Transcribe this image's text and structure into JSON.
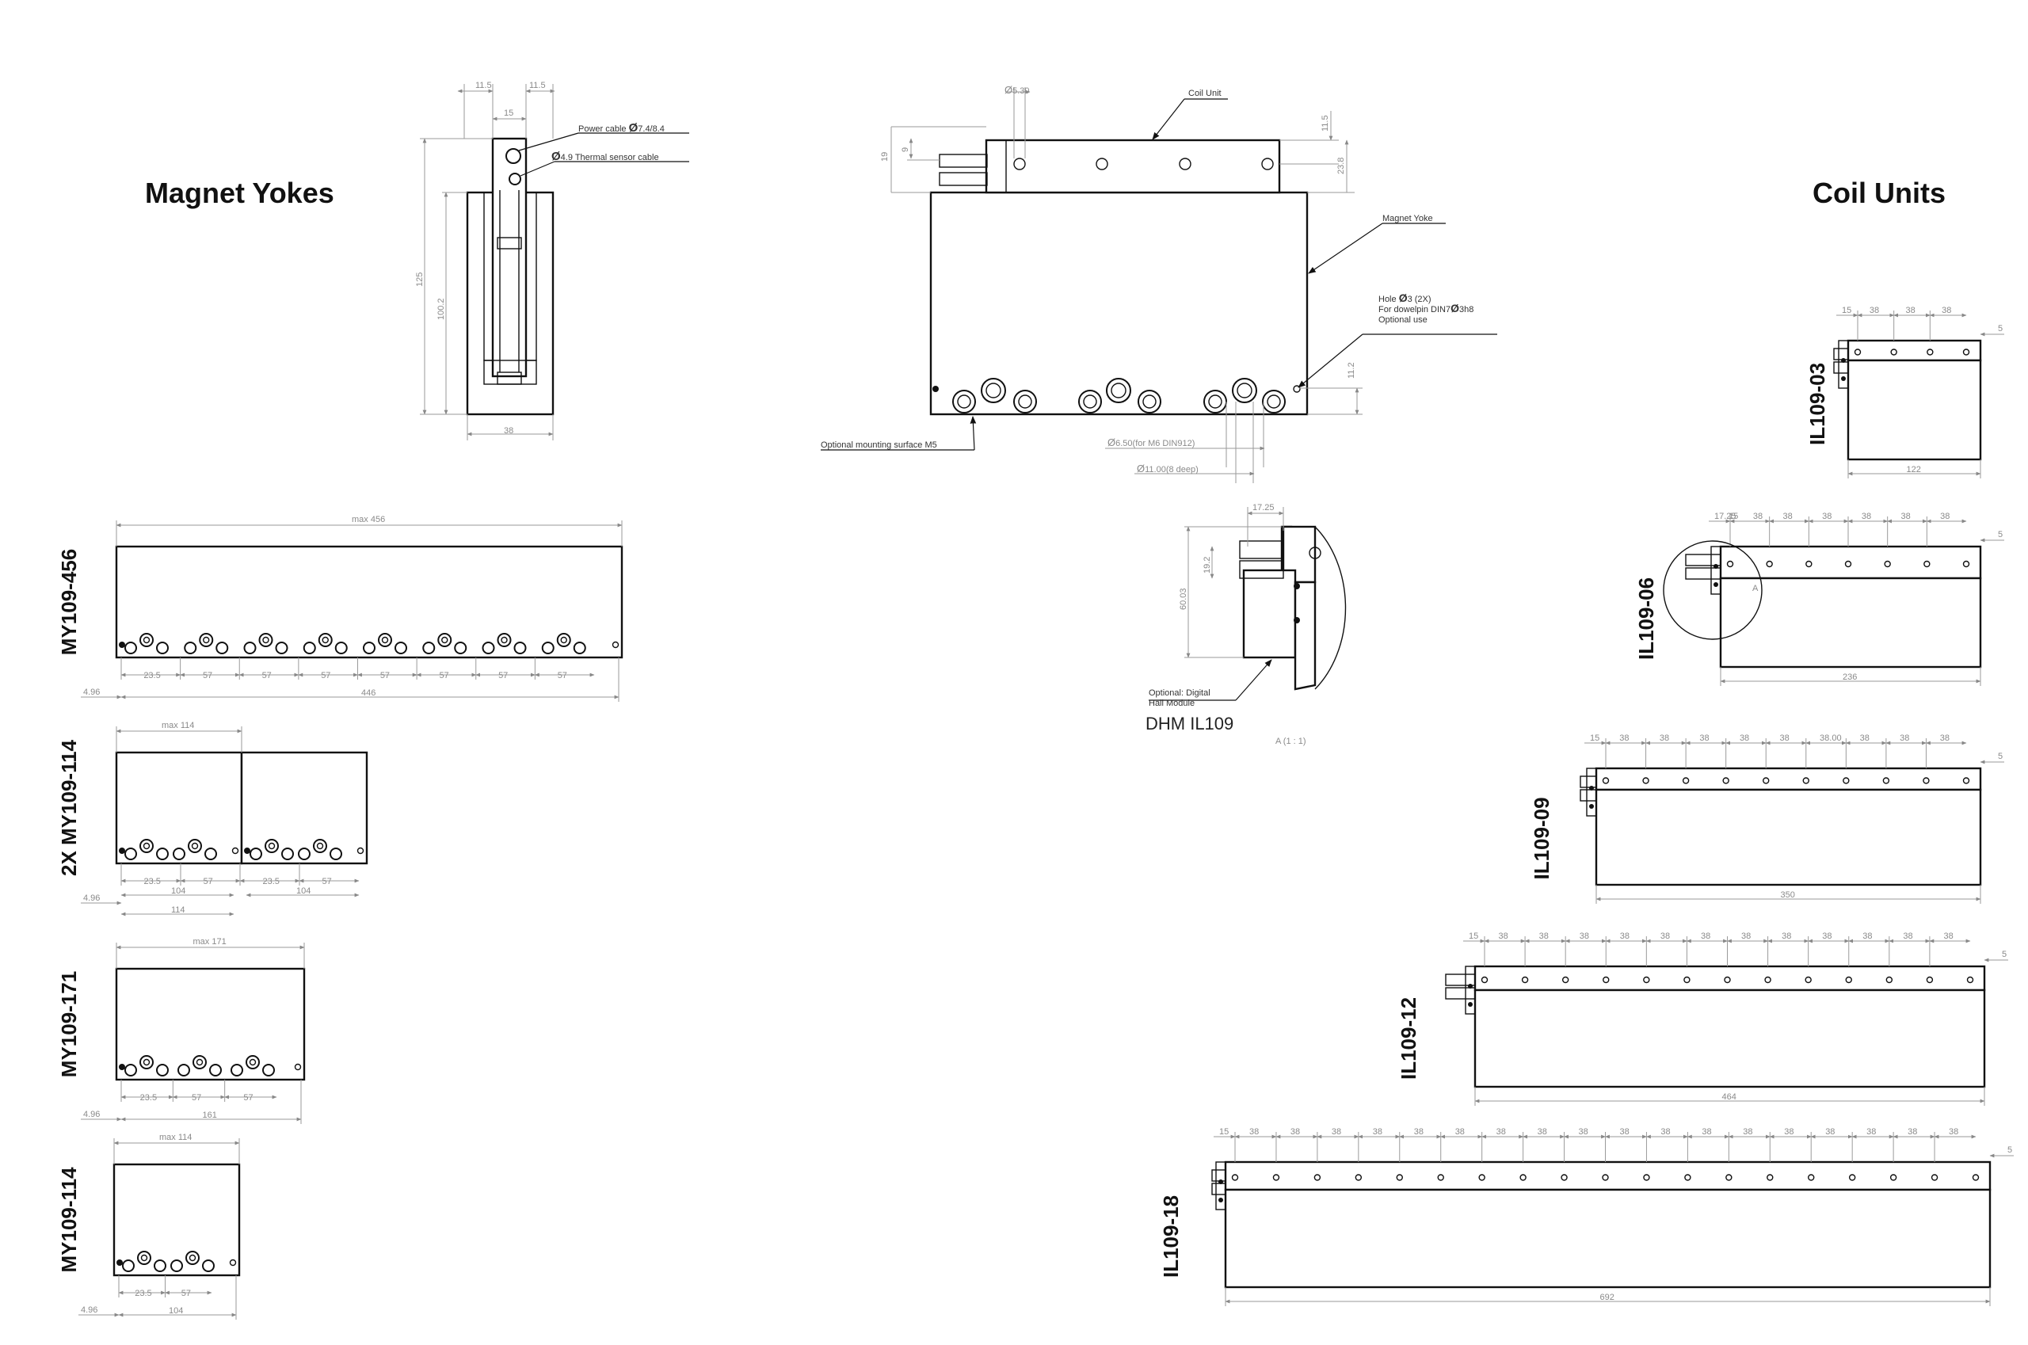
{
  "headings": {
    "magnet_yokes": "Magnet Yokes",
    "coil_units": "Coil Units"
  },
  "side_view": {
    "dims": {
      "top_a": "11.5",
      "top_b": "11.5",
      "inner": "15",
      "height_total": "125",
      "height_yoke": "100.2",
      "width": "38"
    },
    "callouts": {
      "power_cable_prefix": "Power cable ",
      "power_cable_sym": "Ø",
      "power_cable_val": "7.4/8.4",
      "sensor_sym": "Ø",
      "sensor_text": "4.9 Thermal sensor cable"
    }
  },
  "front_view": {
    "callouts": {
      "coil_unit": "Coil Unit",
      "magnet_yoke": "Magnet Yoke",
      "hole_sym": "Ø",
      "hole_line1": "Hole ",
      "hole_line1b": "3 (2X)",
      "hole_line2a": "For dowelpin DIN7",
      "hole_line2b": "3h8",
      "hole_line3": "Optional use",
      "mounting": "Optional mounting surface M5",
      "d650_sym": "Ø",
      "d650": "6.50(for M6 DIN912)",
      "d1100_sym": "Ø",
      "d1100": "11.00(8 deep)"
    },
    "dims": {
      "d530_sym": "Ø",
      "d530": "5.30",
      "d19": "19",
      "d9": "9",
      "d115": "11.5",
      "d238": "23.8",
      "d112": "11.2"
    }
  },
  "detail": {
    "dims": {
      "d1725": "17.25",
      "d6003": "60.03",
      "d192": "19.2"
    },
    "note1": "Optional: Digital",
    "note2": "Hall Module",
    "label": "DHM IL109",
    "scale": "A (1 : 1)",
    "marker": "A"
  },
  "magnet_yokes": [
    {
      "label": "MY109-456",
      "max": "max 456",
      "pitch": [
        "23.5",
        "57",
        "57",
        "57",
        "57",
        "57",
        "57",
        "57"
      ],
      "offset": "4.96",
      "total": "446"
    },
    {
      "label": "2X MY109-114",
      "max": "max 114",
      "pitch": [
        "23.5",
        "57",
        "23.5",
        "57"
      ],
      "offset": "4.96",
      "sub_a": "104",
      "sub_b": "104",
      "total": "114"
    },
    {
      "label": "MY109-171",
      "max": "max 171",
      "pitch": [
        "23.5",
        "57",
        "57"
      ],
      "offset": "4.96",
      "total": "161"
    },
    {
      "label": "MY109-114",
      "max": "max 114",
      "pitch": [
        "23.5",
        "57"
      ],
      "offset": "4.96",
      "total": "104"
    }
  ],
  "coil_units": [
    {
      "label": "IL109-03",
      "start": "15",
      "pitch": [
        "38",
        "38",
        "38"
      ],
      "end": "5",
      "length": "122"
    },
    {
      "label": "IL109-06",
      "start": "17.25",
      "start2": "15",
      "pitch": [
        "38",
        "38",
        "38",
        "38",
        "38",
        "38"
      ],
      "end": "5",
      "length": "236"
    },
    {
      "label": "IL109-09",
      "start": "15",
      "pitch": [
        "38",
        "38",
        "38",
        "38",
        "38",
        "38.00",
        "38",
        "38",
        "38"
      ],
      "end": "5",
      "length": "350"
    },
    {
      "label": "IL109-12",
      "start": "15",
      "pitch": [
        "38",
        "38",
        "38",
        "38",
        "38",
        "38",
        "38",
        "38",
        "38",
        "38",
        "38",
        "38"
      ],
      "end": "5",
      "length": "464"
    },
    {
      "label": "IL109-18",
      "start": "15",
      "pitch": [
        "38",
        "38",
        "38",
        "38",
        "38",
        "38",
        "38",
        "38",
        "38",
        "38",
        "38",
        "38",
        "38",
        "38",
        "38",
        "38",
        "38",
        "38"
      ],
      "end": "5",
      "length": "692"
    }
  ]
}
